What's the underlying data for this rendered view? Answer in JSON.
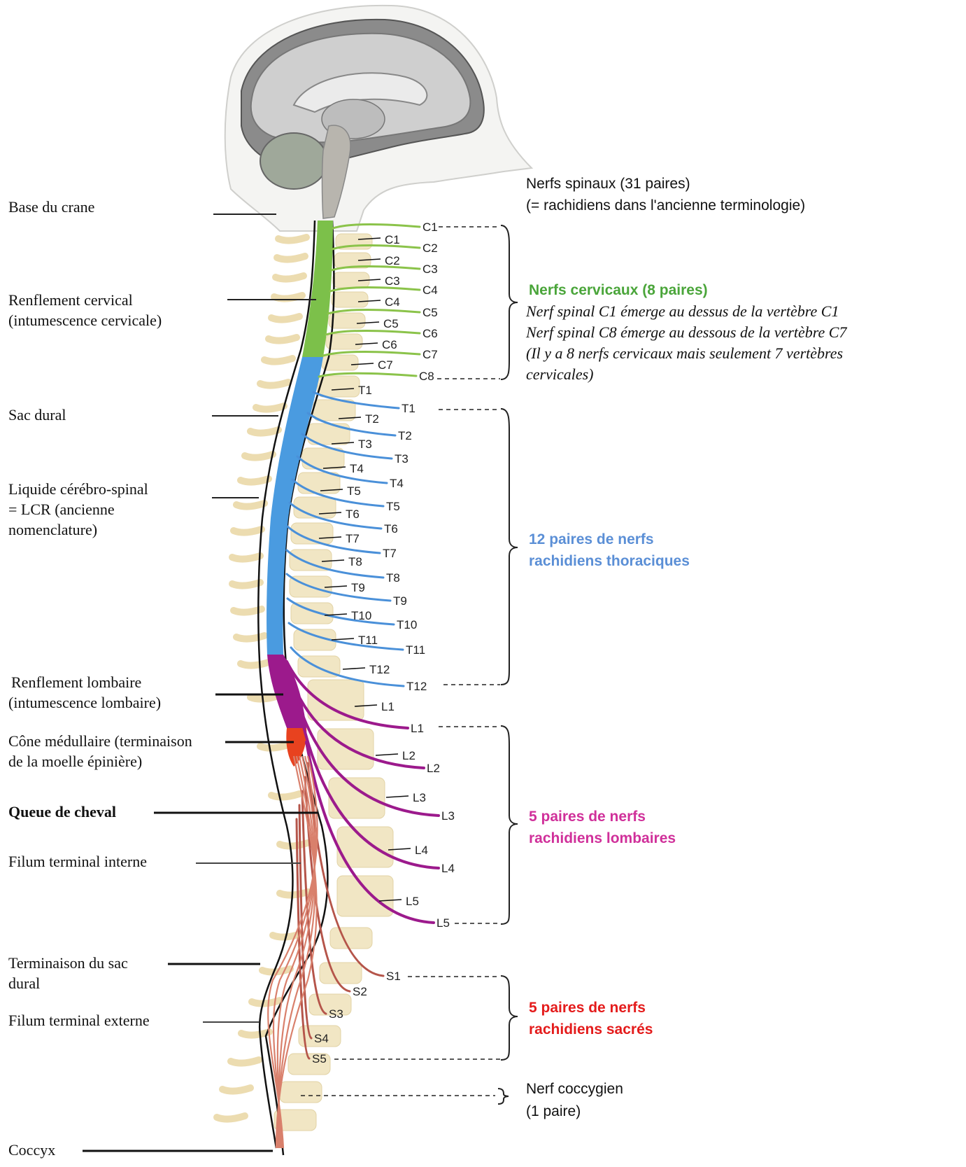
{
  "left_labels": {
    "base_crane": "Base du crane",
    "renflement_cervical_1": "Renflement cervical",
    "renflement_cervical_2": "(intumescence cervicale)",
    "sac_dural": "Sac dural",
    "lcr_1": "Liquide cérébro-spinal",
    "lcr_2": "= LCR (ancienne",
    "lcr_3": "nomenclature)",
    "renflement_lombaire_1": "Renflement lombaire",
    "renflement_lombaire_2": "(intumescence lombaire)",
    "cone_1": "Cône médullaire (terminaison",
    "cone_2": "de la moelle épinière)",
    "queue": "Queue de cheval",
    "filum_interne": "Filum terminal interne",
    "term_sac_1": "Terminaison du sac",
    "term_sac_2": "dural",
    "filum_externe": "Filum terminal externe",
    "coccyx": "Coccyx"
  },
  "right_labels": {
    "spinaux_1": "Nerfs spinaux (31 paires)",
    "spinaux_2": "(= rachidiens dans l'ancienne terminologie)",
    "cervicaux_title": "Nerfs cervicaux (8 paires)",
    "cervicaux_n1": "Nerf spinal C1 émerge au dessus de la vertèbre C1",
    "cervicaux_n2": "Nerf spinal C8 émerge au dessous de la vertèbre C7",
    "cervicaux_n3": "(Il y a 8 nerfs cervicaux mais seulement 7 vertèbres",
    "cervicaux_n4": "cervicales)",
    "thoraciques_1": "12 paires de nerfs",
    "thoraciques_2": "rachidiens thoraciques",
    "lombaires_1": "5 paires de nerfs",
    "lombaires_2": "rachidiens lombaires",
    "sacres_1": "5 paires de nerfs",
    "sacres_2": "rachidiens sacrés",
    "coccygien_1": "Nerf coccygien",
    "coccygien_2": "(1 paire)"
  },
  "nerve_labels": [
    "C1",
    "C2",
    "C3",
    "C4",
    "C5",
    "C6",
    "C7",
    "C8",
    "T1",
    "T2",
    "T3",
    "T4",
    "T5",
    "T6",
    "T7",
    "T8",
    "T9",
    "T10",
    "T11",
    "T12",
    "L1",
    "L2",
    "L3",
    "L4",
    "L5",
    "S1",
    "S2",
    "S3",
    "S4",
    "S5"
  ],
  "vertebra_labels": [
    "C1",
    "C2",
    "C3",
    "C4",
    "C5",
    "C6",
    "C7",
    "T1",
    "T2",
    "T3",
    "T4",
    "T5",
    "T6",
    "T7",
    "T8",
    "T9",
    "T10",
    "T11",
    "T12",
    "L1",
    "L2",
    "L3",
    "L4",
    "L5"
  ],
  "colors": {
    "cervical": "#8bc34a",
    "thoracic": "#4a90d9",
    "lumbar": "#9c1a8c",
    "sacral": "#c0392b",
    "cervical_title": "#4aa53a",
    "thoracic_title": "#5b8fd6",
    "lumbar_title": "#d0309a",
    "sacral_title": "#e41b1b"
  }
}
